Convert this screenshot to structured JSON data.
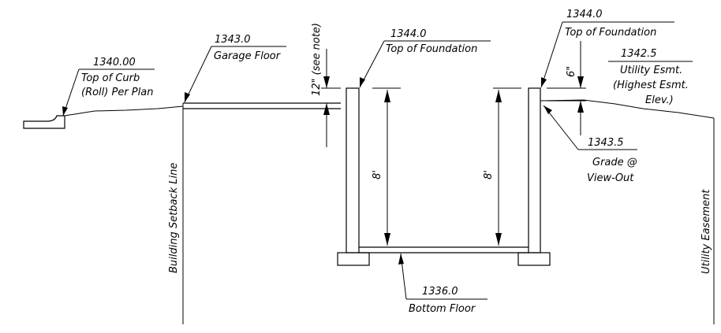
{
  "labels": {
    "curb_elev": "1340.00",
    "curb_l1": "Top of Curb",
    "curb_l2": "(Roll) Per Plan",
    "garage_elev": "1343.0",
    "garage_l1": "Garage Floor",
    "found_left_elev": "1344.0",
    "found_left_l1": "Top of Foundation",
    "found_right_elev": "1344.0",
    "found_right_l1": "Top of Foundation",
    "util_elev": "1342.5",
    "util_l1": "Utility Esmt.",
    "util_l2": "(Highest Esmt.",
    "util_l3": "Elev.)",
    "grade_elev": "1343.5",
    "grade_l1": "Grade @",
    "grade_l2": "View-Out",
    "bottom_elev": "1336.0",
    "bottom_l1": "Bottom Floor",
    "setback": "Building Setback Line",
    "easement": "Utility Easement",
    "dim_12": "12\" (see note)",
    "dim_6": "6\"",
    "dim_8_left": "8'",
    "dim_8_right": "8'"
  }
}
